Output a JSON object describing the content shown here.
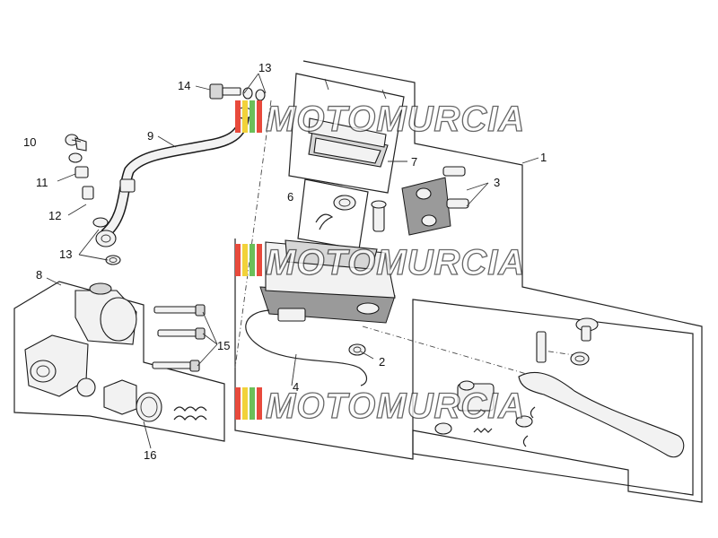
{
  "callouts": {
    "c1": "1",
    "c2": "2",
    "c3": "3",
    "c4": "4",
    "c6": "6",
    "c7": "7",
    "c8": "8",
    "c9": "9",
    "c10": "10",
    "c11": "11",
    "c12": "12",
    "c13a": "13",
    "c13b": "13",
    "c14": "14",
    "c15": "15",
    "c16": "16"
  },
  "watermark": {
    "text": "MOTOMURCIA",
    "stripe_colors": [
      "#e84a3c",
      "#f2d23a",
      "#6bbf59",
      "#e84a3c"
    ]
  }
}
